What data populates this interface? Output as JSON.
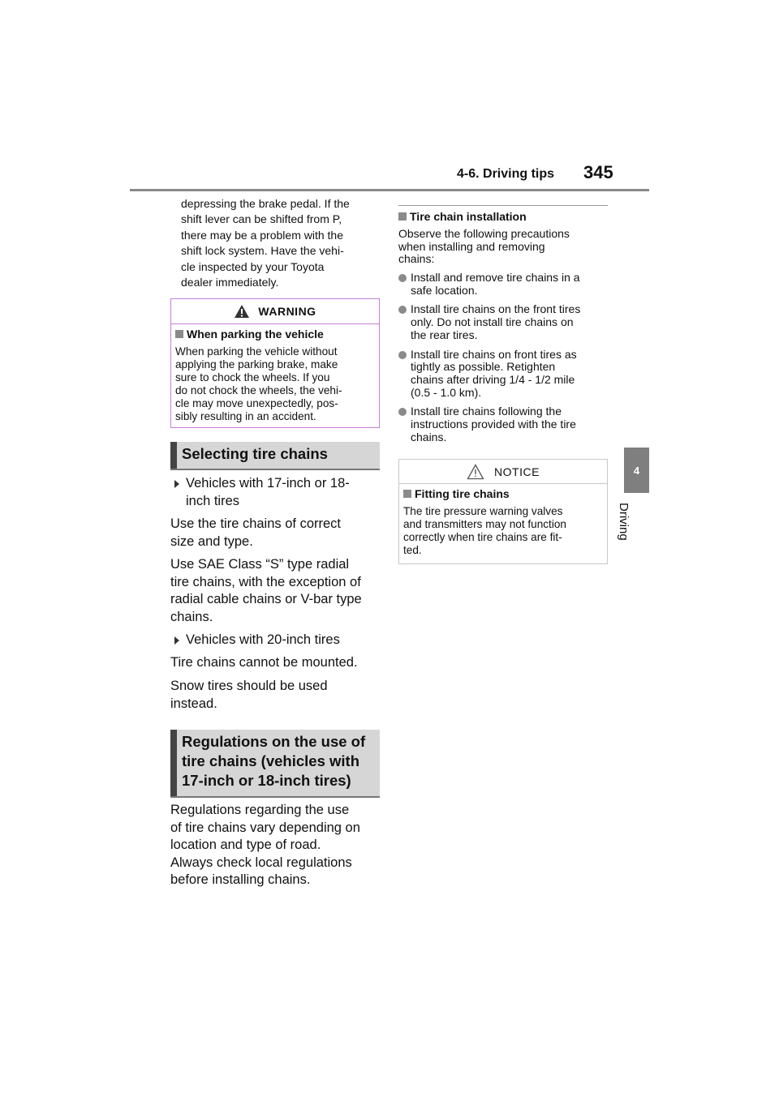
{
  "header": {
    "section": "4-6. Driving tips",
    "page_number": "345"
  },
  "side_tab": {
    "number": "4",
    "label": "Driving"
  },
  "left": {
    "continued_lines": [
      "depressing the brake pedal. If the",
      "shift lever can be shifted from P,",
      "there may be a problem with the",
      "shift lock system. Have the vehi-",
      "cle inspected by your Toyota",
      "dealer immediately."
    ],
    "warning": {
      "title": "WARNING",
      "subheading": "When parking the vehicle",
      "body_lines": [
        "When parking the vehicle without",
        "applying the parking brake, make",
        "sure to chock the wheels. If you",
        "do not chock the wheels, the vehi-",
        "cle may move unexpectedly, pos-",
        "sibly resulting in an accident."
      ]
    },
    "heading1": "Selecting tire chains",
    "sub1_lines": [
      "Vehicles with 17-inch or 18-",
      "inch tires"
    ],
    "para1_lines": [
      "Use the tire chains of correct",
      "size and type."
    ],
    "para2_lines": [
      "Use SAE Class “S” type radial",
      "tire chains, with the exception of",
      "radial cable chains or V-bar type",
      "chains."
    ],
    "sub2": "Vehicles with 20-inch tires",
    "para3": "Tire chains cannot be mounted.",
    "para4_lines": [
      "Snow tires should be used",
      "instead."
    ],
    "heading2_lines": [
      "Regulations on the use of",
      "tire chains (vehicles with",
      "17-inch or 18-inch tires)"
    ],
    "para5_lines": [
      "Regulations regarding the use",
      "of tire chains vary depending on",
      "location and type of road.",
      "Always check local regulations",
      "before installing chains."
    ]
  },
  "right": {
    "subheading": "Tire chain installation",
    "intro_lines": [
      "Observe the following precautions",
      "when installing and removing",
      "chains:"
    ],
    "bullets": [
      [
        "Install and remove tire chains in a",
        "safe location."
      ],
      [
        "Install tire chains on the front tires",
        "only. Do not install tire chains on",
        "the rear tires."
      ],
      [
        "Install tire chains on front tires as",
        "tightly as possible. Retighten",
        "chains after driving 1/4 - 1/2 mile",
        "(0.5 - 1.0 km)."
      ],
      [
        "Install tire chains following the",
        "instructions provided with the tire",
        "chains."
      ]
    ],
    "notice": {
      "title": "NOTICE",
      "subheading": "Fitting tire chains",
      "body_lines": [
        "The tire pressure warning valves",
        "and transmitters may not function",
        "correctly when tire chains are fit-",
        "ted."
      ]
    }
  },
  "colors": {
    "warning_border": "#c77fd8",
    "heading_bg": "#d6d6d6",
    "tab_bg": "#7f7f7f"
  }
}
